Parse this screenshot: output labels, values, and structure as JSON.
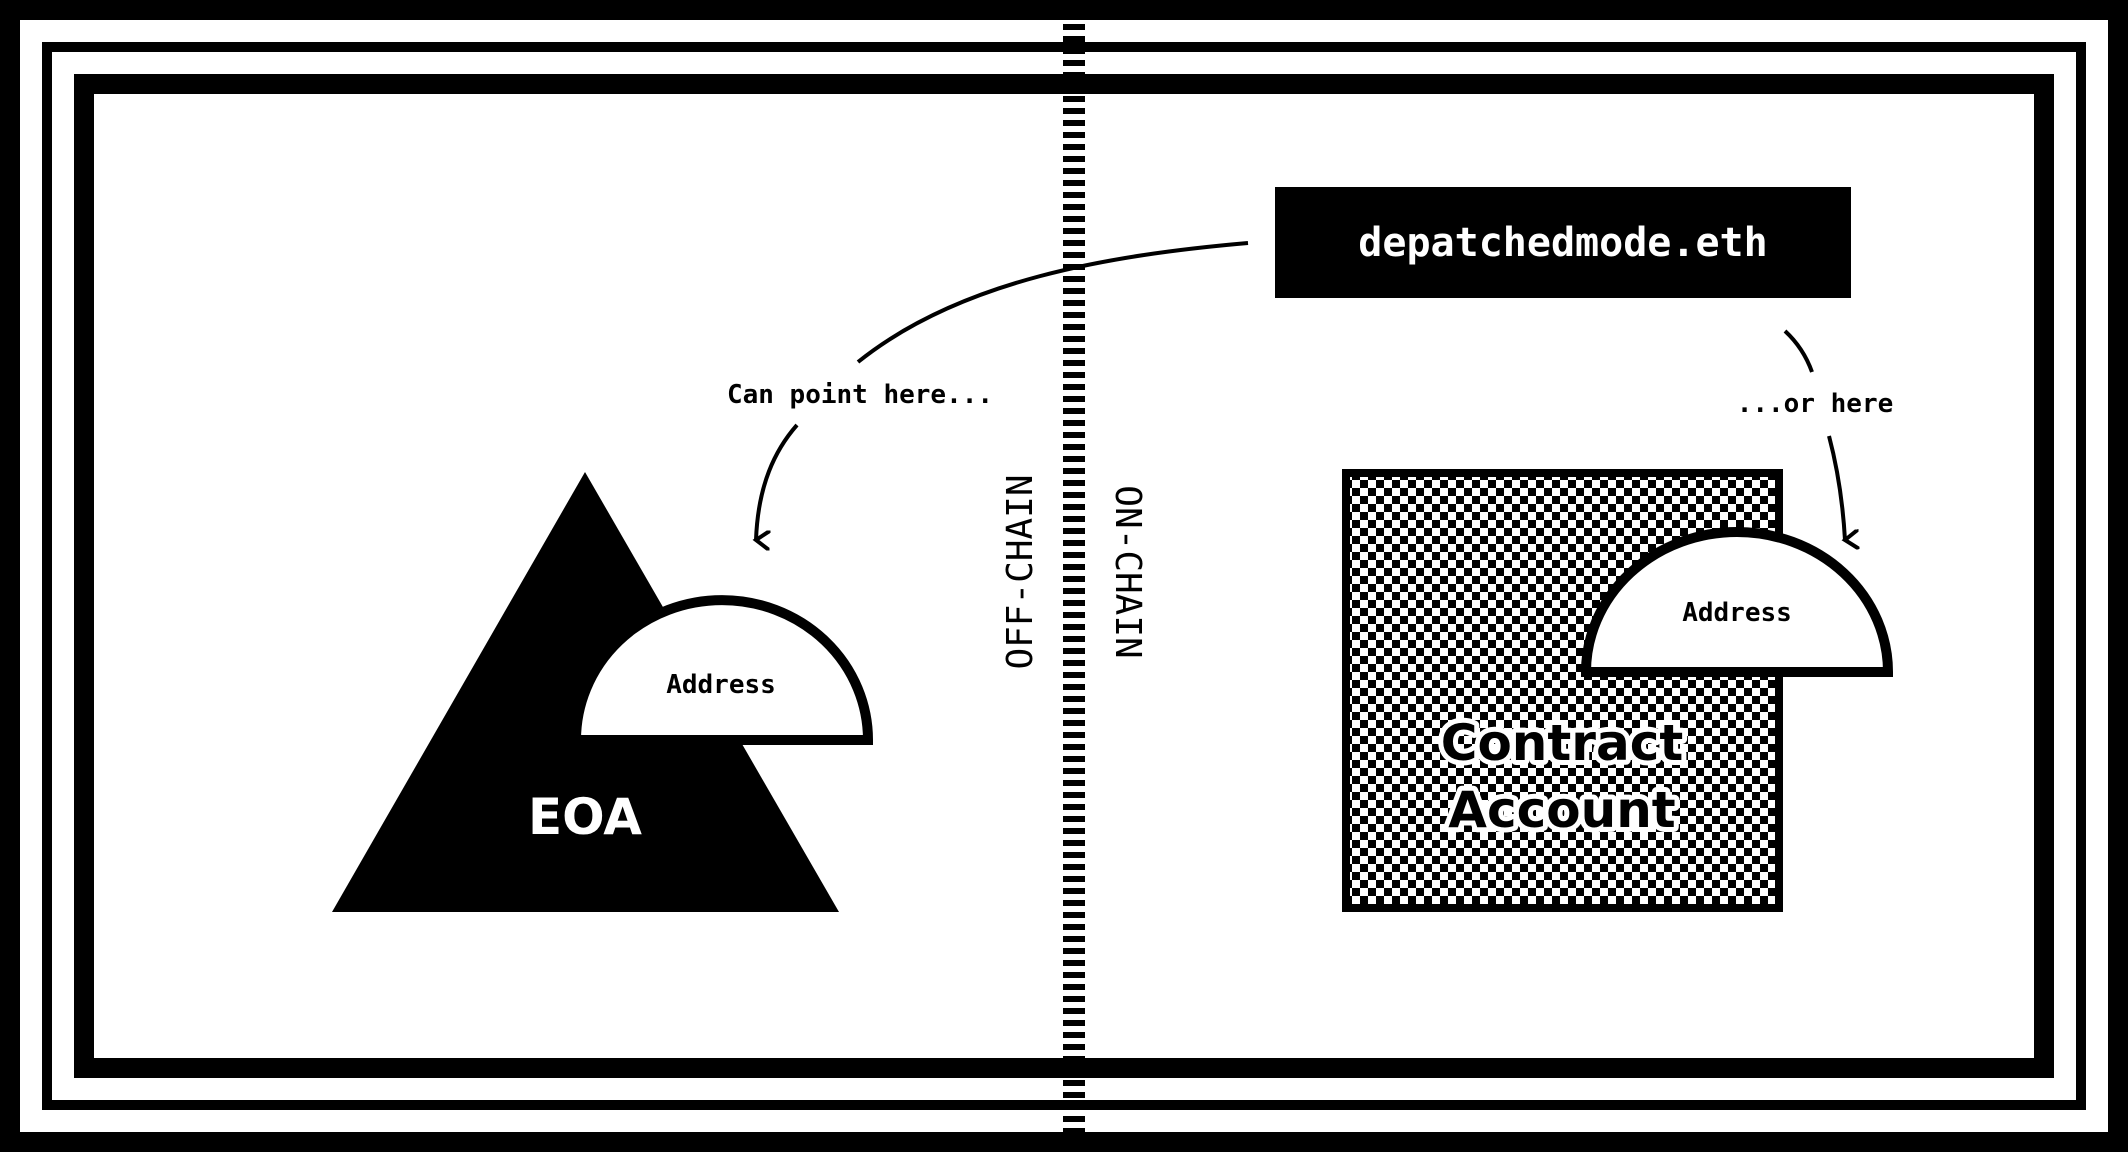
{
  "ens_name": "depatchedmode.eth",
  "left": {
    "pointer_label": "Can point here...",
    "account_label": "EOA",
    "address_label": "Address"
  },
  "right": {
    "pointer_label": "...or here",
    "account_label_line1": "Contract",
    "account_label_line2": "Account",
    "address_label": "Address"
  },
  "divider": {
    "off_chain_label": "OFF-CHAIN",
    "on_chain_label": "ON-CHAIN"
  },
  "colors": {
    "ink": "#000000",
    "paper": "#ffffff"
  }
}
